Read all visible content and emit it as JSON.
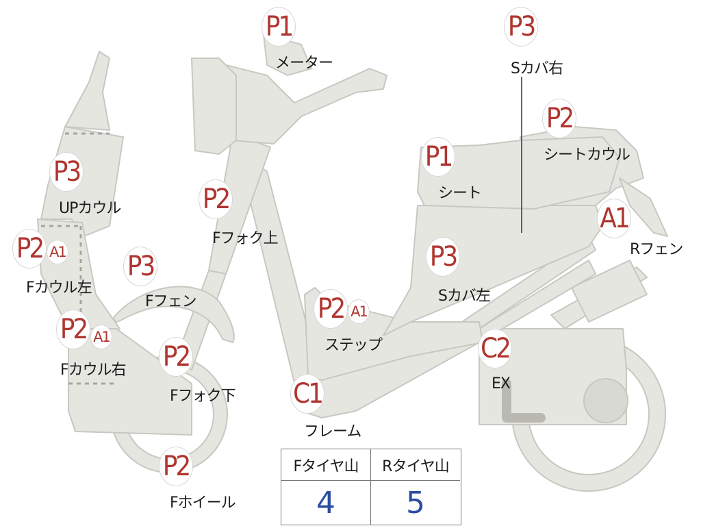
{
  "parts": [
    {
      "id": "meter",
      "badge": "P1",
      "label": "メーター"
    },
    {
      "id": "s-cover-right",
      "badge": "P3",
      "label": "Sカバ右"
    },
    {
      "id": "seat-cowl",
      "badge": "P2",
      "label": "シートカウル"
    },
    {
      "id": "seat",
      "badge": "P1",
      "label": "シート"
    },
    {
      "id": "r-fender",
      "badge": "A1",
      "label": "Rフェン"
    },
    {
      "id": "up-cowl",
      "badge": "P3",
      "label": "UPカウル"
    },
    {
      "id": "f-fork-upper",
      "badge": "P2",
      "label": "Fフォク上"
    },
    {
      "id": "f-cowl-left",
      "badge": "P2",
      "badge2": "A1",
      "label": "Fカウル左"
    },
    {
      "id": "f-fender",
      "badge": "P3",
      "label": "Fフェン"
    },
    {
      "id": "s-cover-left",
      "badge": "P3",
      "label": "Sカバ左"
    },
    {
      "id": "step",
      "badge": "P2",
      "badge2": "A1",
      "label": "ステップ"
    },
    {
      "id": "f-cowl-right",
      "badge": "P2",
      "badge2": "A1",
      "label": "Fカウル右"
    },
    {
      "id": "f-fork-lower",
      "badge": "P2",
      "label": "Fフォク下"
    },
    {
      "id": "ex",
      "badge": "C2",
      "label": "EX"
    },
    {
      "id": "frame",
      "badge": "C1",
      "label": "フレーム"
    },
    {
      "id": "f-wheel",
      "badge": "P2",
      "label": "Fホイール"
    }
  ],
  "tire_table": {
    "front_label": "Fタイヤ山",
    "rear_label": "Rタイヤ山",
    "front_value": "4",
    "rear_value": "5"
  },
  "colors": {
    "body_fill": "#e6e6e1",
    "body_stroke": "#c8c8c2",
    "badge_text": "#b03530",
    "value_text": "#2a4da0"
  }
}
